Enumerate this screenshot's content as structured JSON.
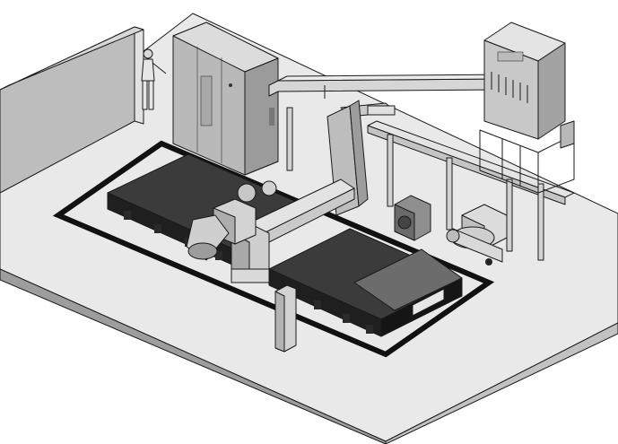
{
  "scene": {
    "description_hidden": "",
    "colors": {
      "floor_top": "#e9e9e9",
      "floor_side": "#c8c8c8",
      "floor_front": "#9d9d9d",
      "wall": "#cfcfcf",
      "wall_dark": "#9a9a9a",
      "bed_top": "#3a3a3a",
      "bed_side": "#1e1e1e",
      "border_black": "#111111",
      "cabinet": "#b5b5b5",
      "cabinet_dark": "#8c8c8c",
      "duct": "#c9c9c9",
      "metal": "#d6d6d6"
    },
    "icons": [
      "operator-figure",
      "electrical-cabinet",
      "dust-collector",
      "air-compressor",
      "chiller-unit",
      "cutting-gantry",
      "exhaust-duct",
      "cutting-table"
    ]
  }
}
